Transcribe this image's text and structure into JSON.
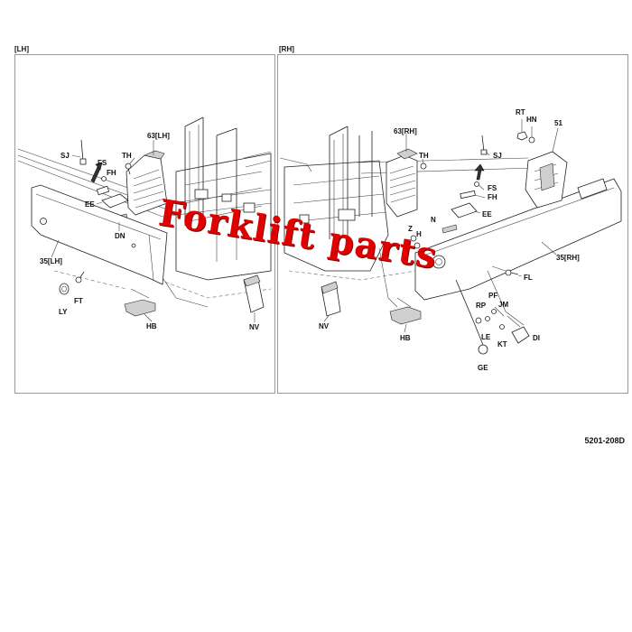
{
  "panels": {
    "left_tag": "[LH]",
    "right_tag": "[RH]"
  },
  "labels": {
    "sj_l": "SJ",
    "fs_l": "FS",
    "fh_l": "FH",
    "th_l": "TH",
    "p63_l": "63[LH]",
    "ee_l": "EE",
    "dn_l": "DN",
    "p35_l": "35[LH]",
    "ft_l": "FT",
    "ly_l": "LY",
    "hb_l": "HB",
    "nv_l": "NV",
    "p63_r": "63[RH]",
    "th_r": "TH",
    "sj_r": "SJ",
    "rt_r": "RT",
    "hn_r": "HN",
    "p51_r": "51",
    "fs_r": "FS",
    "fh_r": "FH",
    "ee_r": "EE",
    "n_r": "N",
    "z_r": "Z",
    "h_r": "H",
    "p35_r": "35[RH]",
    "fl_r": "FL",
    "pf_r": "PF",
    "rp_r": "RP",
    "jm_r": "JM",
    "le_r": "LE",
    "kt_r": "KT",
    "di_r": "DI",
    "ge_r": "GE",
    "hb_r": "HB",
    "nv_r": "NV"
  },
  "sheet_code": "5201-208D",
  "watermark": "Forklift  parts"
}
